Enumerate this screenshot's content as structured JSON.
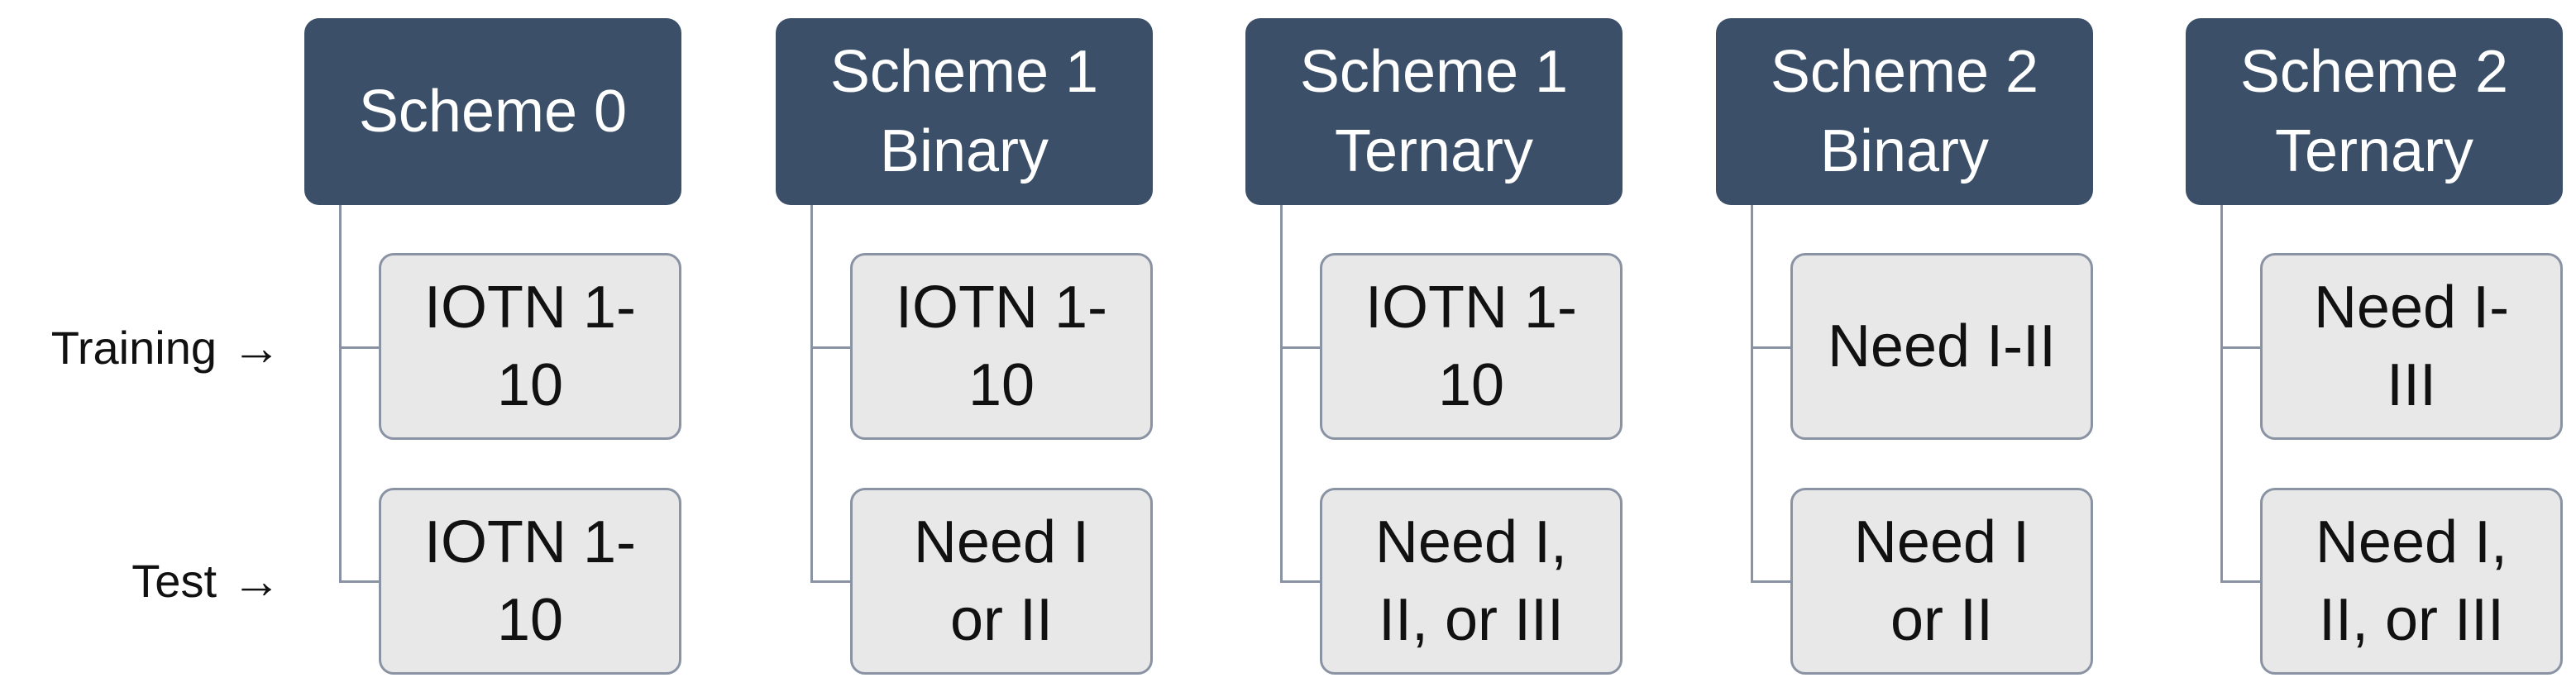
{
  "row_labels": {
    "training": "Training",
    "test": "Test",
    "arrow": "→"
  },
  "schemes": [
    {
      "header": "Scheme 0",
      "training": "IOTN 1-\n10",
      "test": "IOTN 1-\n10"
    },
    {
      "header": "Scheme 1\nBinary",
      "training": "IOTN 1-\n10",
      "test": "Need I\nor II"
    },
    {
      "header": "Scheme 1\nTernary",
      "training": "IOTN 1-\n10",
      "test": "Need I,\nII, or III"
    },
    {
      "header": "Scheme 2\nBinary",
      "training": "Need I-II",
      "test": "Need I\nor II"
    },
    {
      "header": "Scheme 2\nTernary",
      "training": "Need I-\nIII",
      "test": "Need I,\nII, or III"
    }
  ],
  "colors": {
    "header_fill": "#3b5068",
    "node_fill": "#e9e8e8",
    "connector": "#8a93a3"
  }
}
